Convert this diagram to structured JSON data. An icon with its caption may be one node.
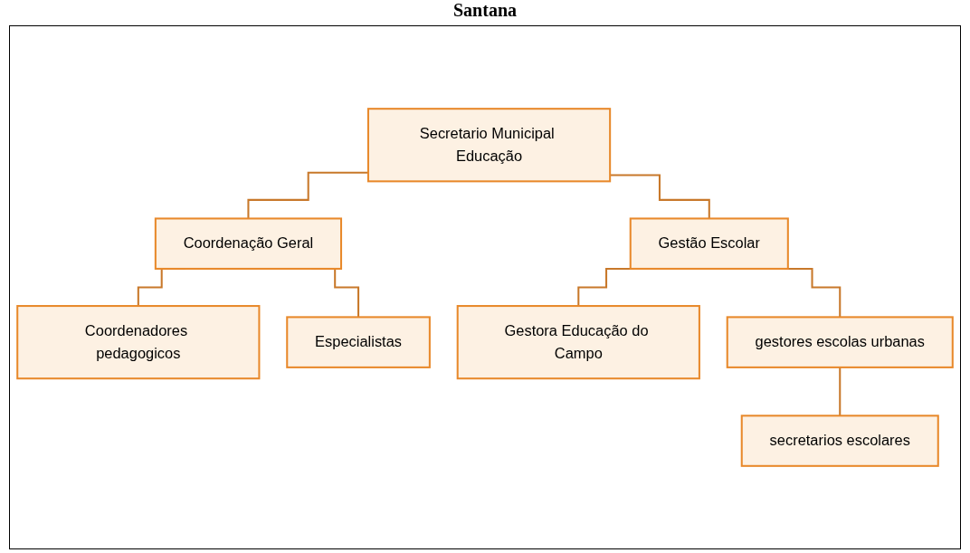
{
  "diagram": {
    "title": "Santana",
    "nodes": [
      {
        "text": [
          "Secretario Municipal Educação"
        ]
      },
      {
        "text": [
          "Coordenação Geral"
        ]
      },
      {
        "text": [
          "Gestão Escolar"
        ]
      },
      {
        "text": [
          "Coordenadores pedagogicos"
        ]
      },
      {
        "text": [
          "Especialistas"
        ]
      },
      {
        "text": [
          "Gestora Educação do Campo"
        ]
      },
      {
        "text": [
          "gestores escolas urbanas"
        ]
      },
      {
        "text": [
          "secretarios escolares"
        ]
      }
    ],
    "edges": [
      {
        "from": 0,
        "to": 1,
        "arrow": "none"
      },
      {
        "from": 0,
        "to": 2,
        "arrow": "none"
      },
      {
        "from": 1,
        "to": 3,
        "arrow": "none"
      },
      {
        "from": 1,
        "to": 4,
        "arrow": "none"
      },
      {
        "from": 2,
        "to": 5,
        "arrow": "none"
      },
      {
        "from": 2,
        "to": 6,
        "arrow": "none"
      },
      {
        "from": 6,
        "to": 7,
        "arrow": "none"
      }
    ]
  }
}
